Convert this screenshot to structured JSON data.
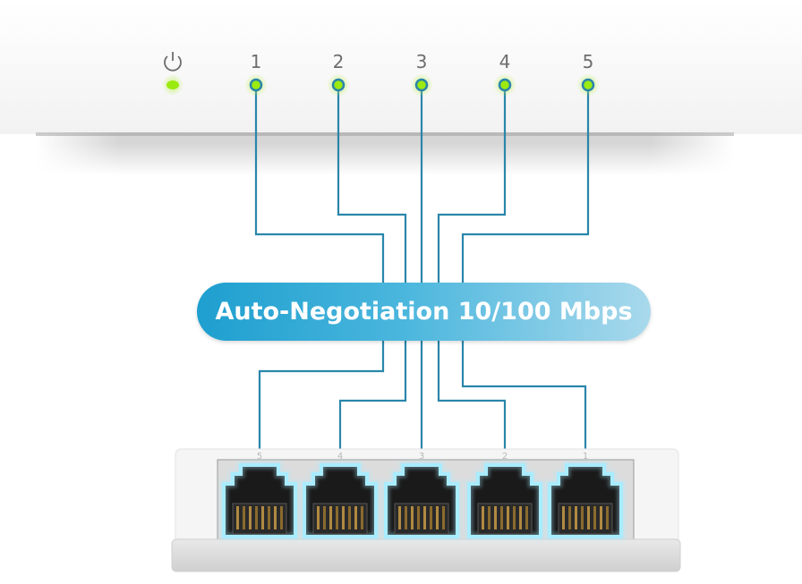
{
  "top_panel": {
    "power_icon": "power-icon",
    "port_labels": [
      "1",
      "2",
      "3",
      "4",
      "5"
    ],
    "led_color": "#9bea10"
  },
  "banner": {
    "text": "Auto-Negotiation 10/100 Mbps"
  },
  "switch_front": {
    "port_labels": [
      "5",
      "4",
      "3",
      "2",
      "1"
    ],
    "glow_color": "#a9ecff"
  },
  "line_color": "#2a86aa"
}
